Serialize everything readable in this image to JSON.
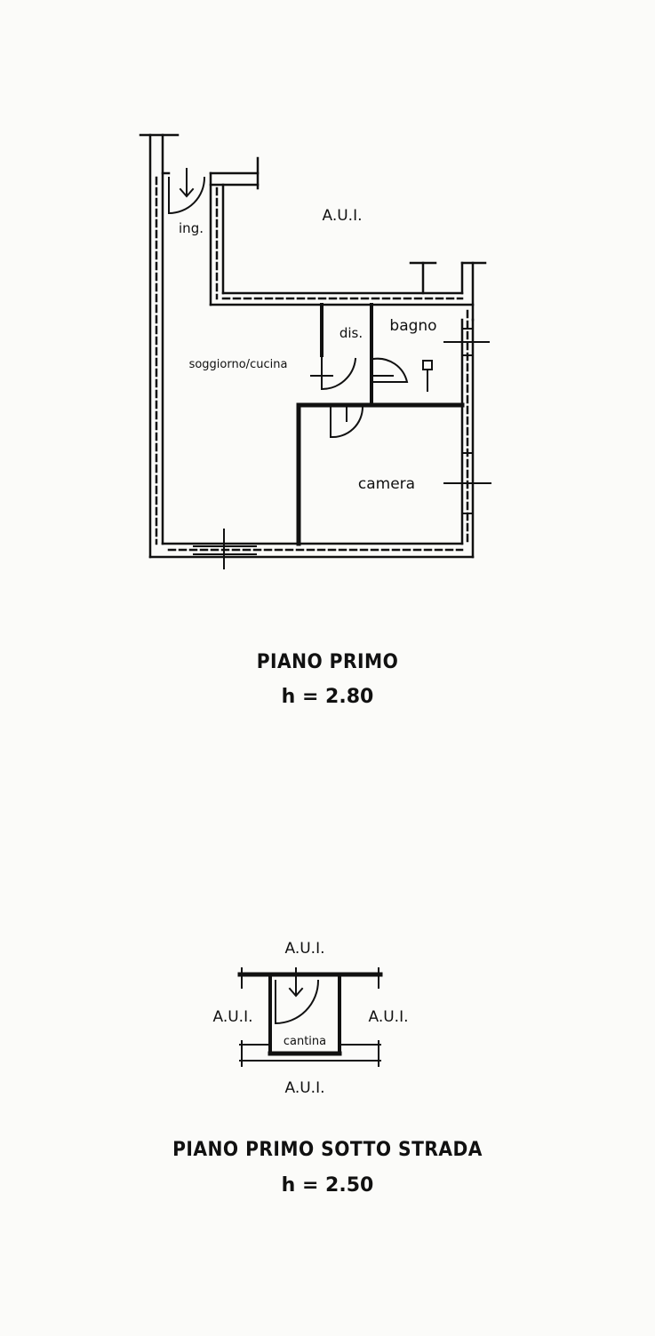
{
  "floor_primo": {
    "labels": {
      "aui": "A.U.I.",
      "ingresso": "ing.",
      "soggiorno": "soggiorno/cucina",
      "disimpegno": "dis.",
      "bagno": "bagno",
      "camera": "camera"
    },
    "title": "PIANO PRIMO",
    "height": "h = 2.80"
  },
  "floor_sotto": {
    "labels": {
      "aui_top": "A.U.I.",
      "aui_left": "A.U.I.",
      "aui_right": "A.U.I.",
      "aui_bottom": "A.U.I.",
      "cantina": "cantina"
    },
    "title": "PIANO PRIMO SOTTO STRADA",
    "height": "h = 2.50"
  }
}
